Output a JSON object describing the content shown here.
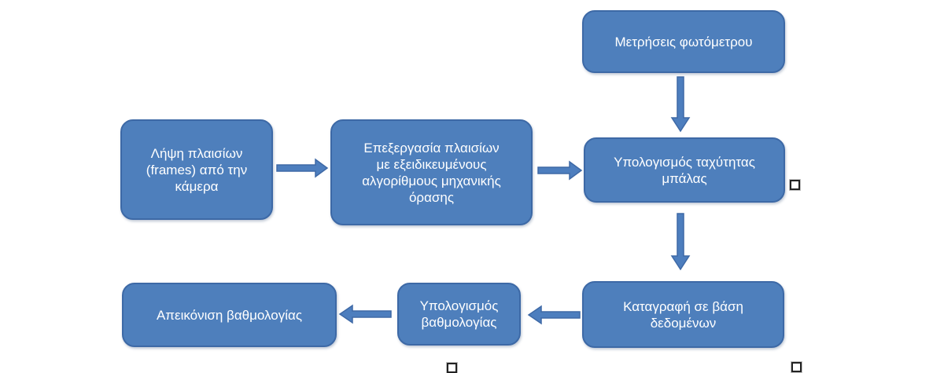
{
  "diagram": {
    "type": "flowchart",
    "colors": {
      "node_fill": "#4e7fbc",
      "node_border": "#3d69a6",
      "arrow_fill": "#4d7ebe",
      "arrow_border": "#3e69a6",
      "node_text": "#ffffff",
      "background": "#ffffff"
    },
    "nodes": [
      {
        "id": "photometer-measurements",
        "label": "Μετρήσεις φωτόμετρου"
      },
      {
        "id": "frame-capture",
        "label": "Λήψη πλαισίων\n(frames) από την\nκάμερα"
      },
      {
        "id": "frame-processing",
        "label": "Επεξεργασία πλαισίων\nμε εξειδικευμένους\nαλγορίθμους μηχανικής\nόρασης"
      },
      {
        "id": "ball-velocity-calculation",
        "label": "Υπολογισμός ταχύτητας\nμπάλας"
      },
      {
        "id": "database-logging",
        "label": "Καταγραφή σε βάση\nδεδομένων"
      },
      {
        "id": "score-calculation",
        "label": "Υπολογισμός\nβαθμολογίας"
      },
      {
        "id": "score-display",
        "label": "Απεικόνιση βαθμολογίας"
      }
    ],
    "edges": [
      {
        "from": "photometer-measurements",
        "to": "ball-velocity-calculation",
        "direction": "down"
      },
      {
        "from": "frame-capture",
        "to": "frame-processing",
        "direction": "right"
      },
      {
        "from": "frame-processing",
        "to": "ball-velocity-calculation",
        "direction": "right"
      },
      {
        "from": "ball-velocity-calculation",
        "to": "database-logging",
        "direction": "down"
      },
      {
        "from": "database-logging",
        "to": "score-calculation",
        "direction": "left"
      },
      {
        "from": "score-calculation",
        "to": "score-display",
        "direction": "left"
      }
    ],
    "artifacts": {
      "missing_glyph_boxes": 3,
      "glyph": "□"
    }
  }
}
